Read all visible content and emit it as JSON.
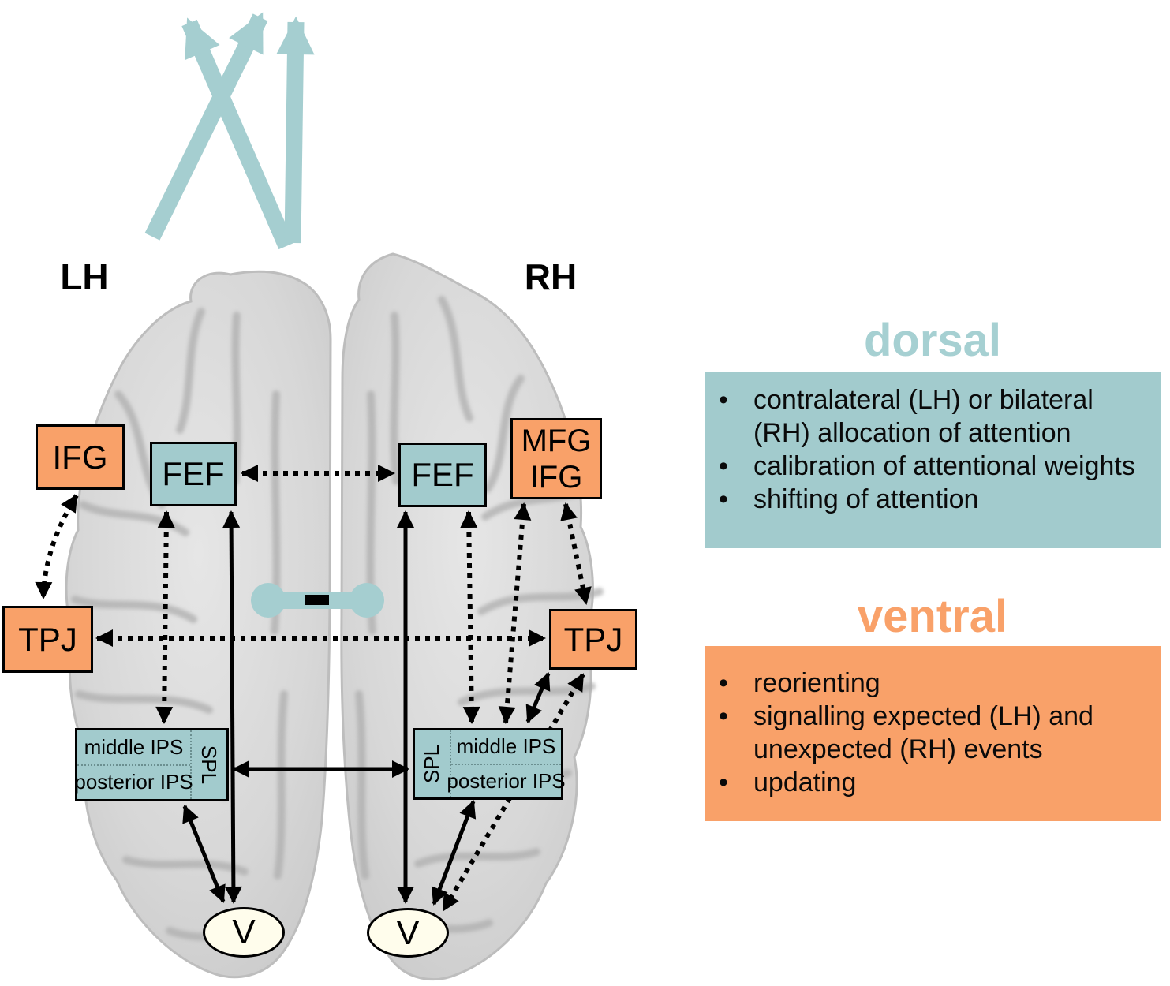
{
  "figure": {
    "hemisphere_labels": {
      "left": "LH",
      "right": "RH"
    },
    "regions": {
      "ifg_l": "IFG",
      "fef_l": "FEF",
      "fef_r": "FEF",
      "mfg_ifg_line1": "MFG",
      "mfg_ifg_line2": "IFG",
      "tpj_l": "TPJ",
      "tpj_r": "TPJ",
      "ips_l": {
        "middle": "middle IPS",
        "posterior": "posterior IPS",
        "spl": "SPL"
      },
      "ips_r": {
        "middle": "middle IPS",
        "posterior": "posterior IPS",
        "spl": "SPL"
      },
      "v_l": "V",
      "v_r": "V"
    }
  },
  "panels": {
    "dorsal": {
      "title": "dorsal",
      "bullets": [
        "contralateral (LH) or bilateral (RH) allocation of attention",
        "calibration of attentional weights",
        "shifting of attention"
      ]
    },
    "ventral": {
      "title": "ventral",
      "bullets": [
        "reorienting",
        "signalling expected (LH) and unexpected (RH) events",
        "updating"
      ]
    }
  },
  "icons": {
    "inhibition": "minus-icon"
  },
  "colors": {
    "teal_box_fill": "#a2cbcd",
    "teal_arrow": "#a5ced0",
    "orange_fill": "#f9a169",
    "v_node_fill": "#fffdec",
    "connection_black": "#000000",
    "brain_gray": "#d7d7d7"
  }
}
